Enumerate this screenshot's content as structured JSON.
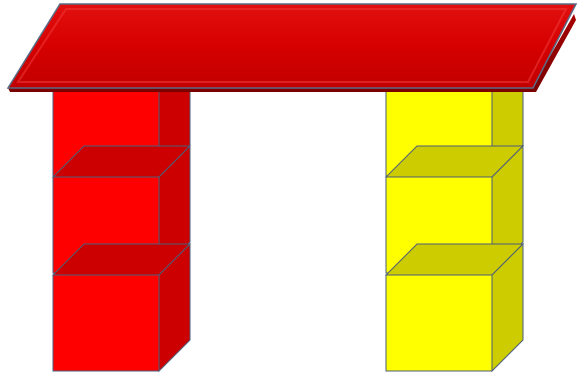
{
  "colors": {
    "background": "#ffffff",
    "beam_face": "#d60000",
    "beam_edge": "#8a0000",
    "left_cube_front": "#ff0000",
    "left_cube_side": "#cc0000",
    "right_cube_front": "#ffff00",
    "right_cube_side": "#cccc00",
    "outline": "#4b5e7a"
  },
  "structure": {
    "left_tower": {
      "color_name": "red",
      "cube_count": 3
    },
    "right_tower": {
      "color_name": "yellow",
      "cube_count": 3
    },
    "beam": {
      "color_name": "red"
    }
  }
}
